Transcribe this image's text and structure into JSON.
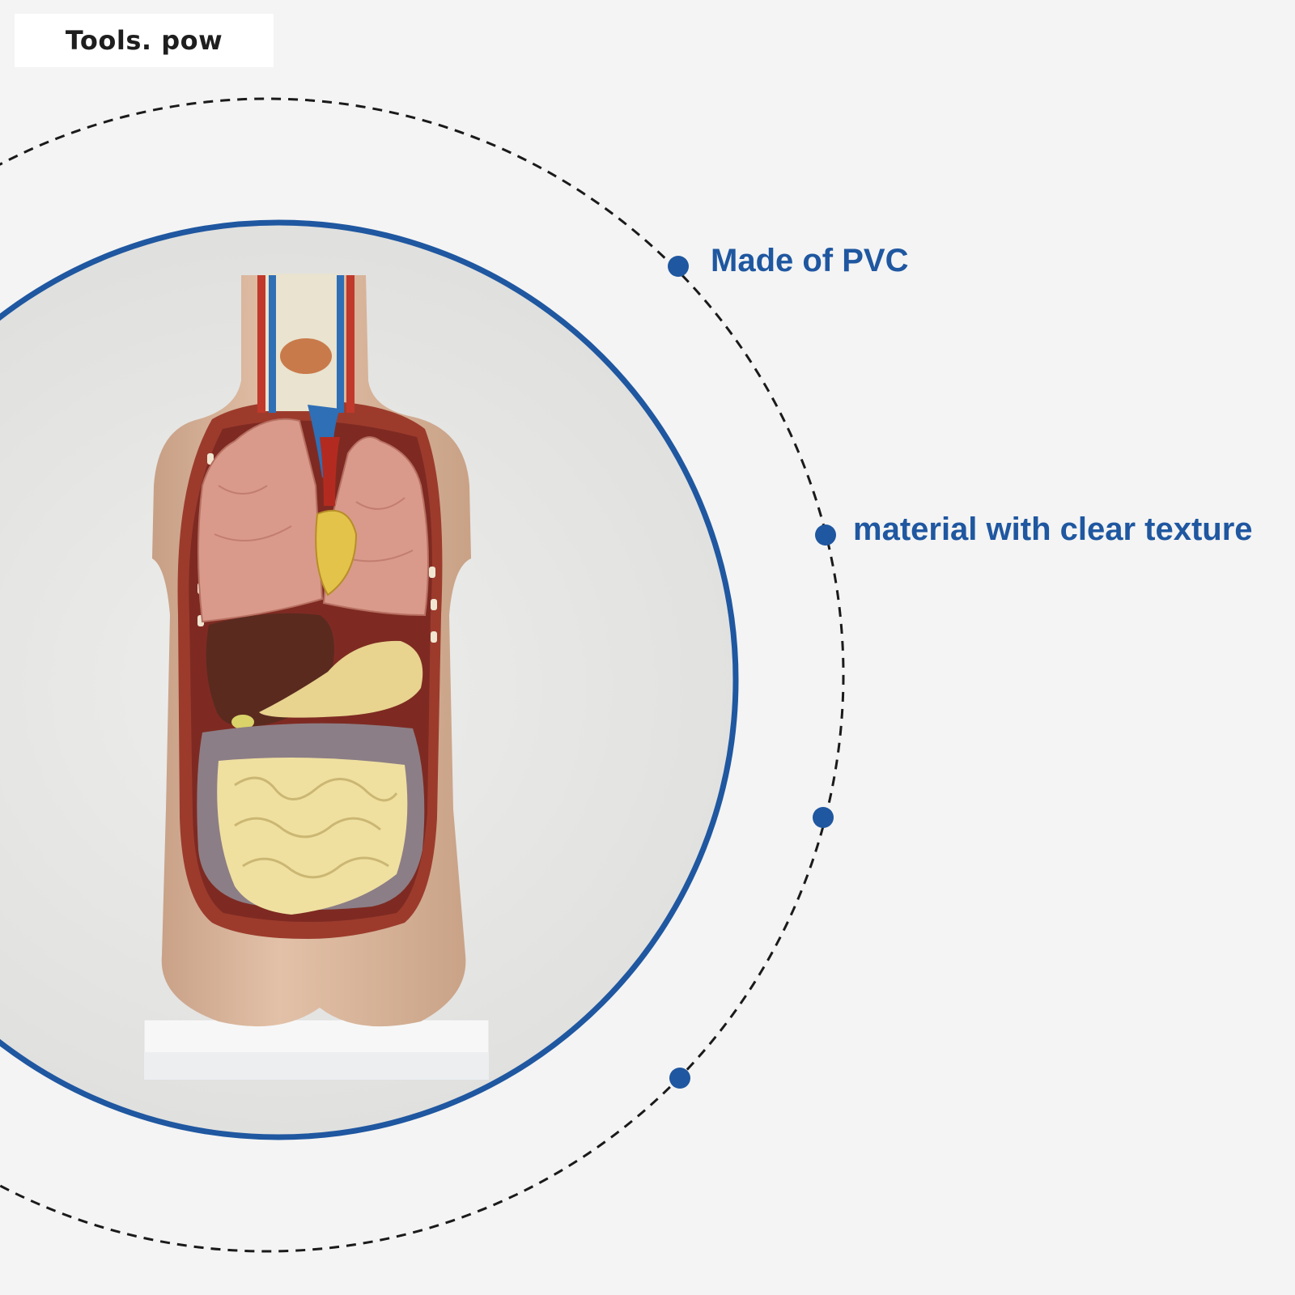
{
  "brand": {
    "label": "Tools. pow"
  },
  "features": [
    {
      "text": "Made of PVC"
    },
    {
      "text": "material with clear texture"
    }
  ],
  "colors": {
    "accent": "#1f57a0",
    "background": "#f4f4f4",
    "dashed_ring": "#1a1a1a"
  },
  "image": {
    "subject": "human-torso-anatomy-model"
  }
}
